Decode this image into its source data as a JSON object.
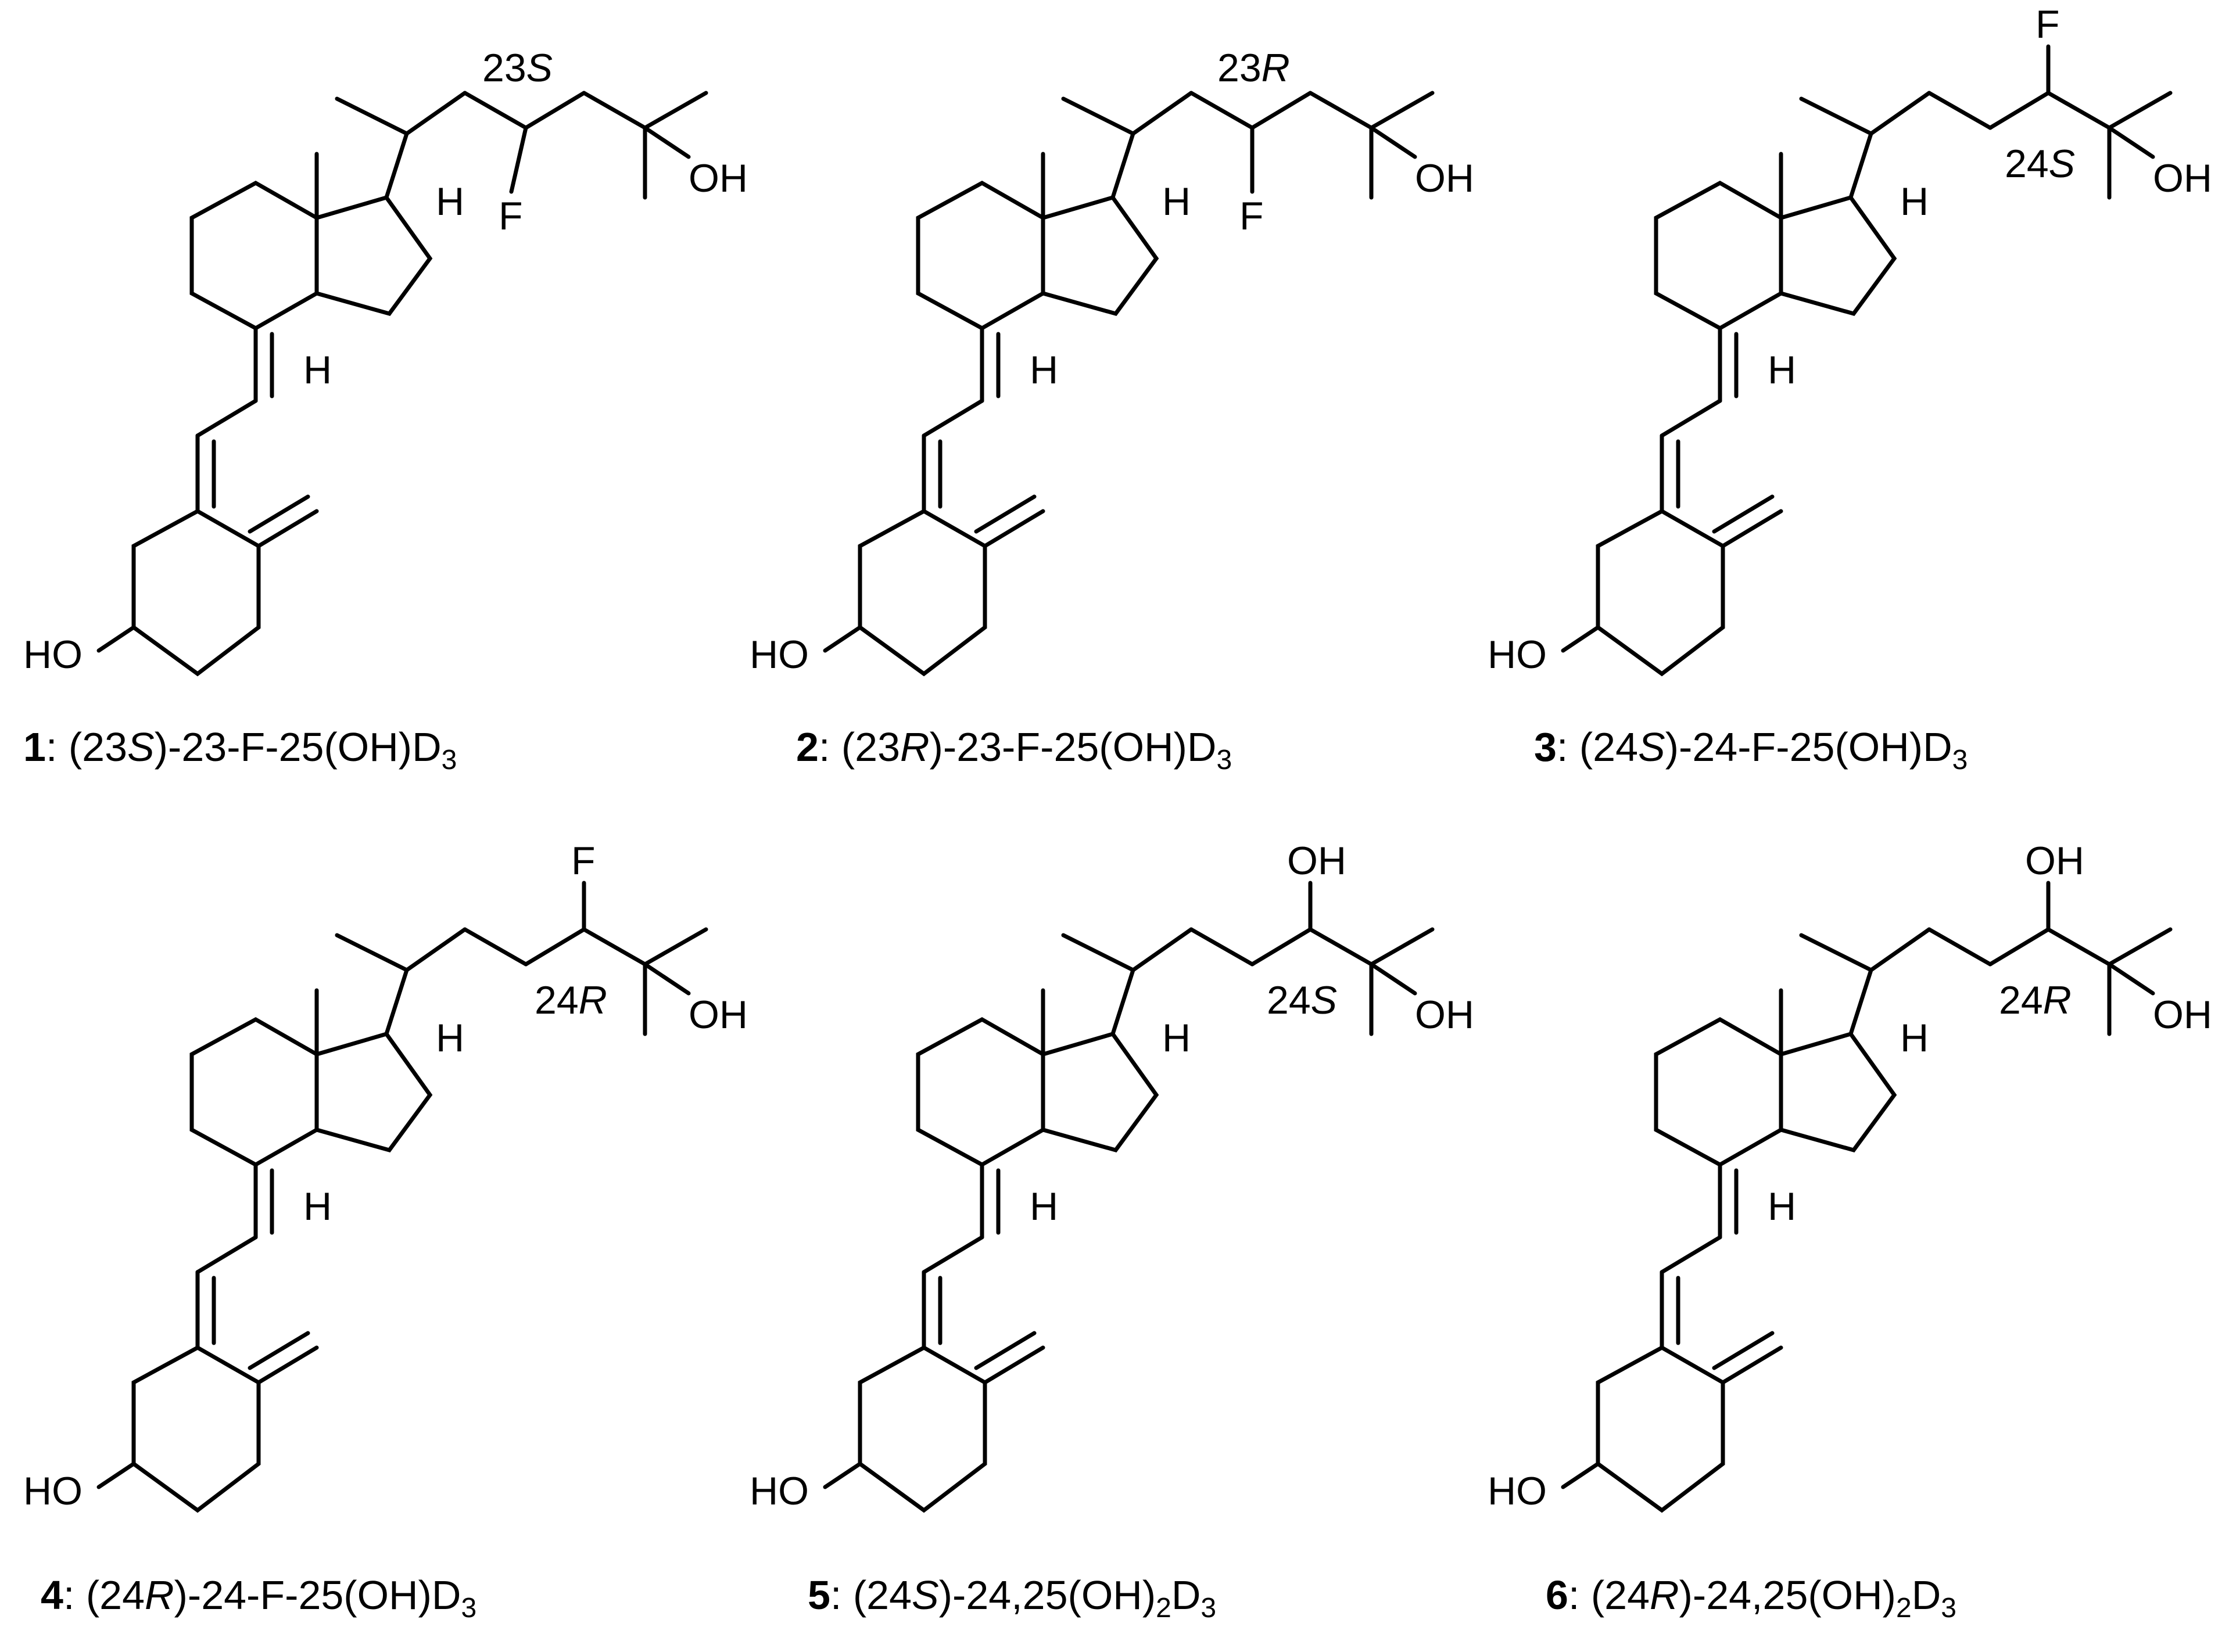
{
  "atoms": {
    "oh": "OH",
    "ho": "HO",
    "h": "H",
    "f": "F"
  },
  "compounds": [
    {
      "number": "1",
      "caption": {
        "pre": ": (23",
        "stereo": "S",
        "post": ")-23-F-25(OH)D",
        "sub1": "",
        "mid": "",
        "sub": "3"
      },
      "stereo_label": {
        "num": "23",
        "letter": "S"
      },
      "substituent": "F"
    },
    {
      "number": "2",
      "caption": {
        "pre": ": (23",
        "stereo": "R",
        "post": ")-23-F-25(OH)D",
        "sub1": "",
        "mid": "",
        "sub": "3"
      },
      "stereo_label": {
        "num": "23",
        "letter": "R"
      },
      "substituent": "F"
    },
    {
      "number": "3",
      "caption": {
        "pre": ": (24",
        "stereo": "S",
        "post": ")-24-F-25(OH)D",
        "sub1": "",
        "mid": "",
        "sub": "3"
      },
      "stereo_label": {
        "num": "24",
        "letter": "S"
      },
      "substituent": "F"
    },
    {
      "number": "4",
      "caption": {
        "pre": ": (24",
        "stereo": "R",
        "post": ")-24-F-25(OH)D",
        "sub1": "",
        "mid": "",
        "sub": "3"
      },
      "stereo_label": {
        "num": "24",
        "letter": "R"
      },
      "substituent": "F"
    },
    {
      "number": "5",
      "caption": {
        "pre": ": (24",
        "stereo": "S",
        "post": ")-24,25(OH)",
        "sub1": "2",
        "mid": "D",
        "sub": "3"
      },
      "stereo_label": {
        "num": "24",
        "letter": "S"
      },
      "substituent": "OH"
    },
    {
      "number": "6",
      "caption": {
        "pre": ": (24",
        "stereo": "R",
        "post": ")-24,25(OH)",
        "sub1": "2",
        "mid": "D",
        "sub": "3"
      },
      "stereo_label": {
        "num": "24",
        "letter": "R"
      },
      "substituent": "OH"
    }
  ]
}
